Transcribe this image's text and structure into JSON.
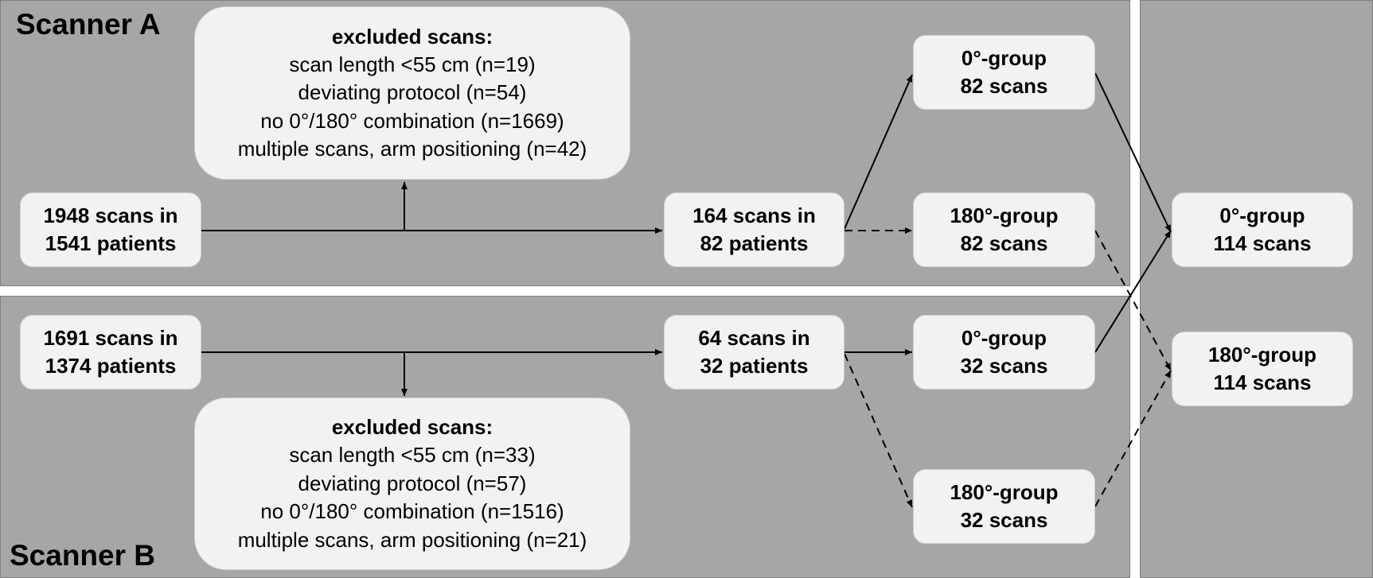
{
  "scanner_a": {
    "label": "Scanner A"
  },
  "scanner_b": {
    "label": "Scanner B"
  },
  "a": {
    "start": {
      "line1": "1948 scans in",
      "line2": "1541 patients"
    },
    "excluded": {
      "title": "excluded scans:",
      "items": [
        "scan length <55 cm (n=19)",
        "deviating protocol (n=54)",
        "no 0°/180° combination (n=1669)",
        "multiple scans, arm positioning (n=42)"
      ]
    },
    "included": {
      "line1": "164 scans in",
      "line2": "82 patients"
    },
    "group0": {
      "line1": "0°-group",
      "line2": "82 scans"
    },
    "group180": {
      "line1": "180°-group",
      "line2": "82 scans"
    }
  },
  "b": {
    "start": {
      "line1": "1691 scans in",
      "line2": "1374 patients"
    },
    "excluded": {
      "title": "excluded scans:",
      "items": [
        "scan length <55 cm (n=33)",
        "deviating protocol (n=57)",
        "no 0°/180° combination (n=1516)",
        "multiple scans, arm positioning (n=21)"
      ]
    },
    "included": {
      "line1": "64 scans in",
      "line2": "32 patients"
    },
    "group0": {
      "line1": "0°-group",
      "line2": "32 scans"
    },
    "group180": {
      "line1": "180°-group",
      "line2": "32 scans"
    }
  },
  "combined": {
    "group0": {
      "line1": "0°-group",
      "line2": "114 scans"
    },
    "group180": {
      "line1": "180°-group",
      "line2": "114 scans"
    }
  }
}
